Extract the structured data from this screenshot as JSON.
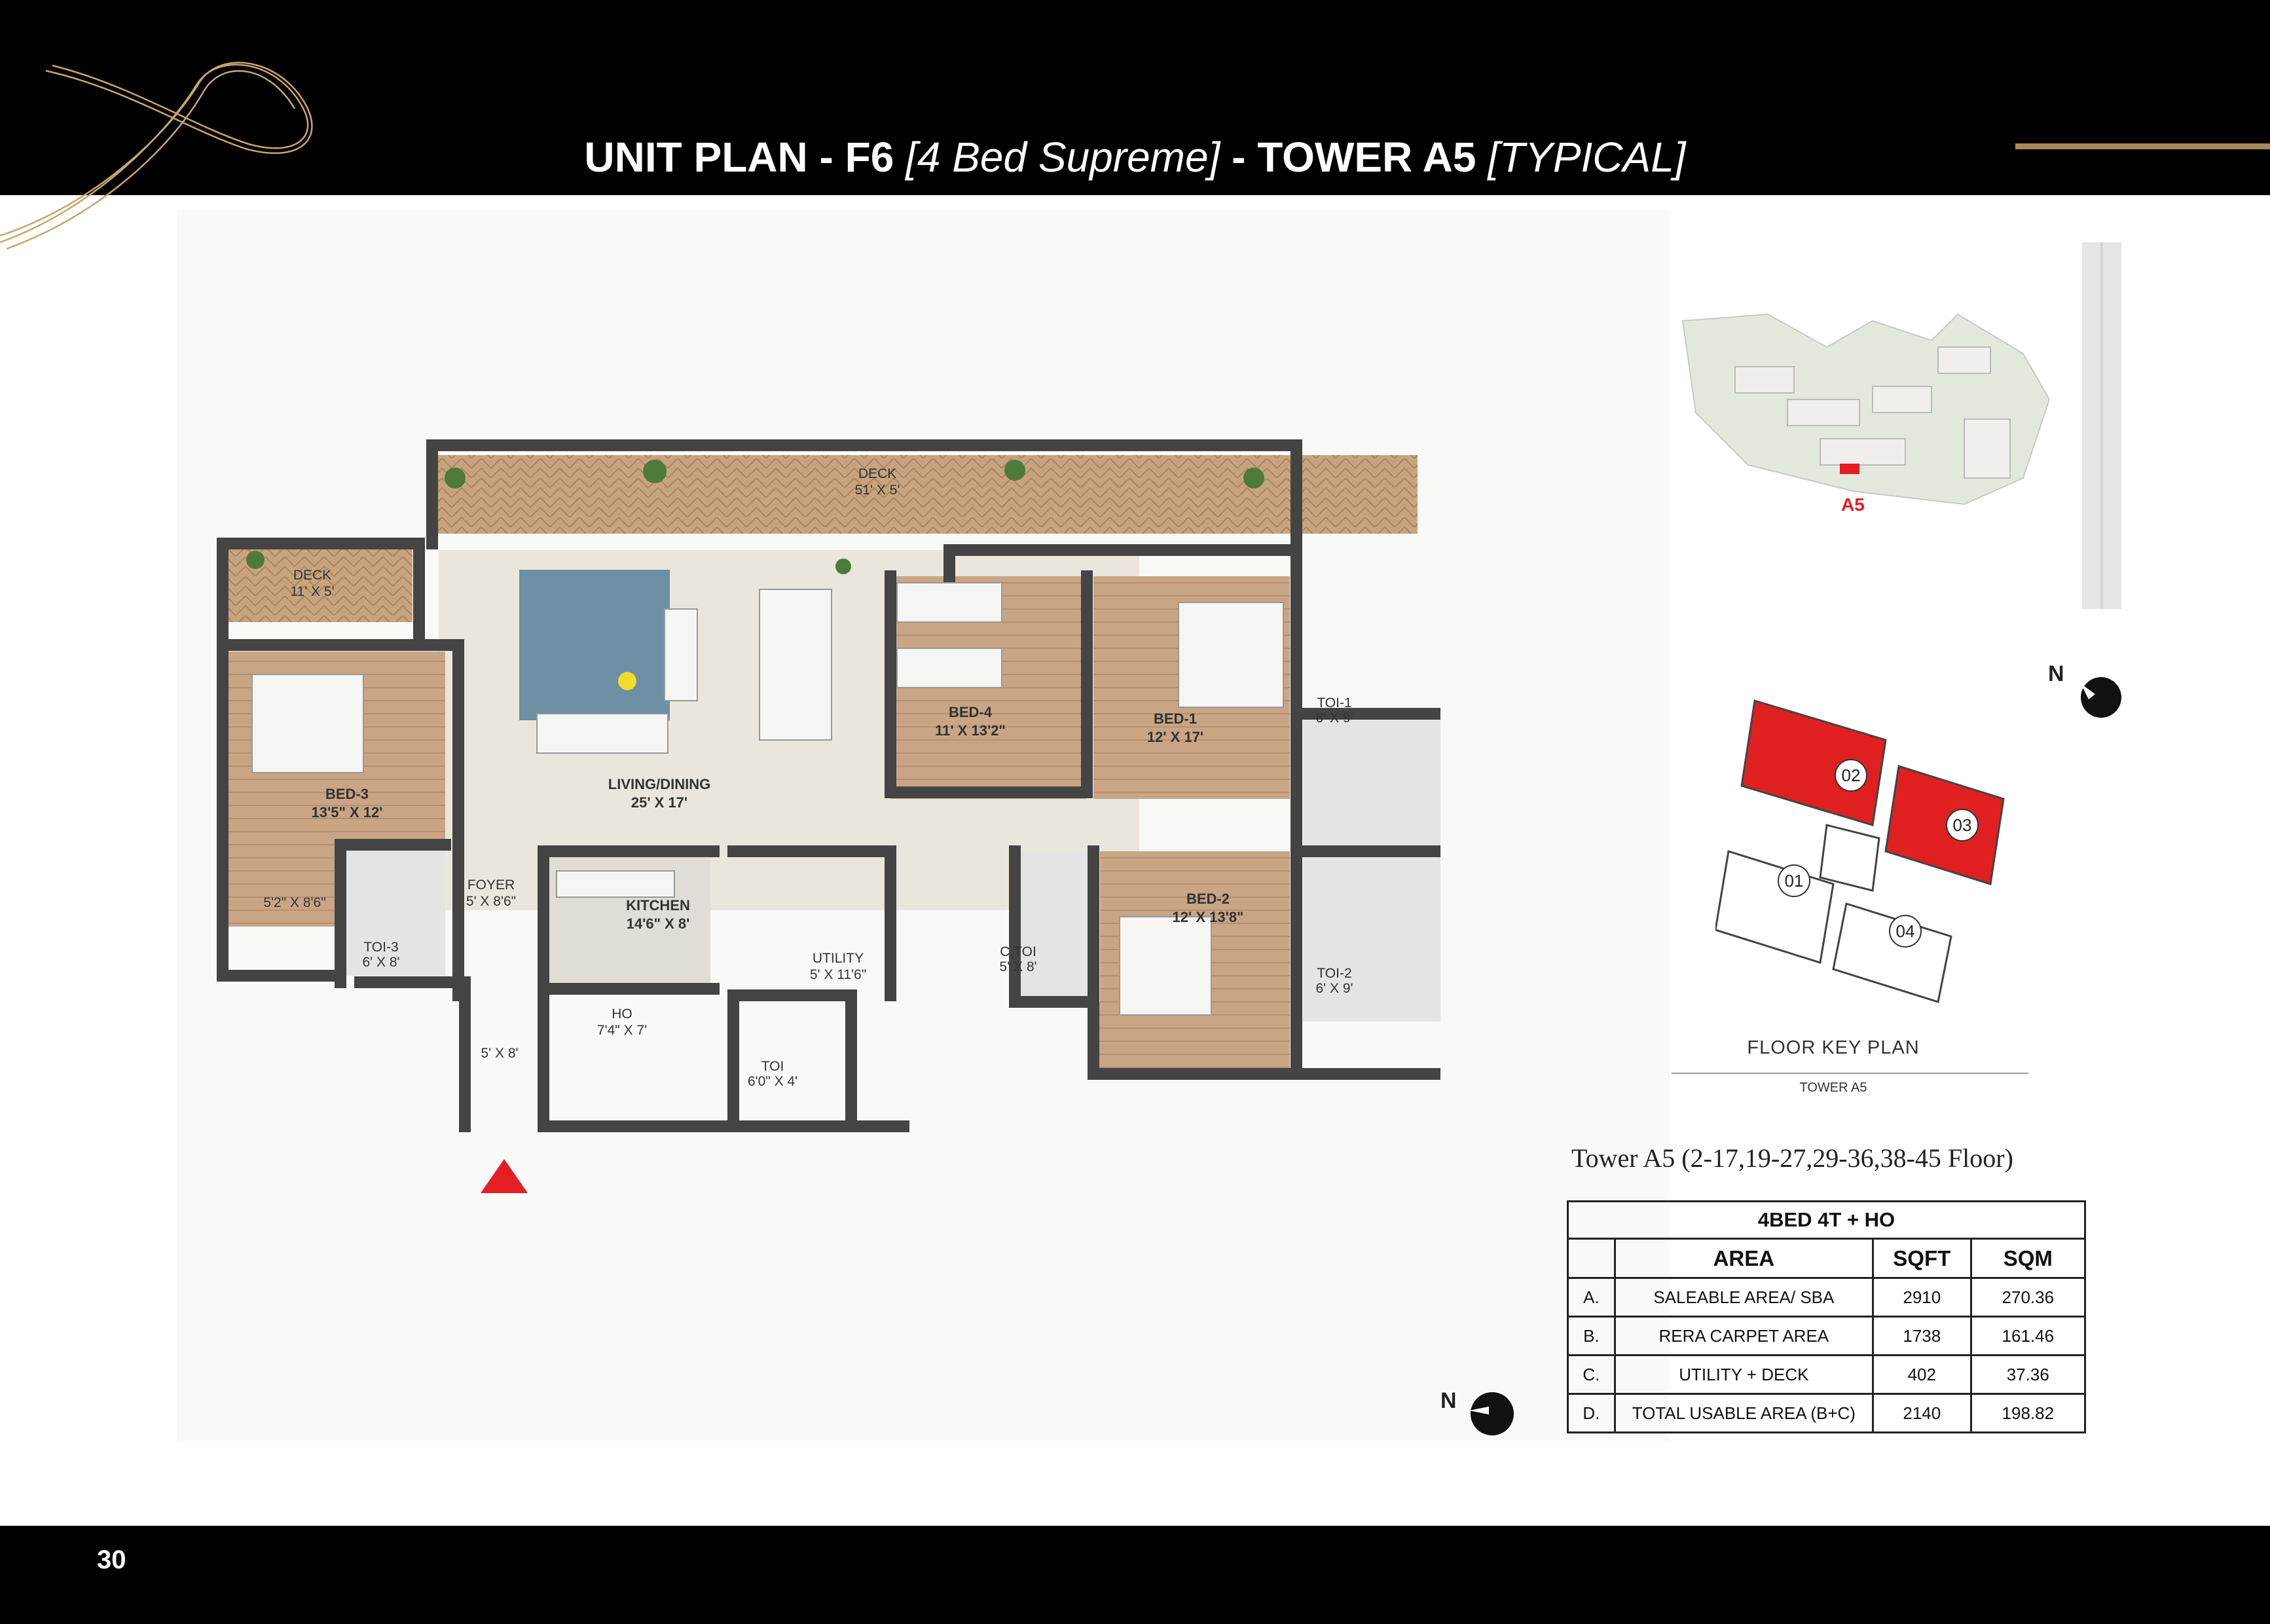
{
  "header": {
    "title_part1": "UNIT PLAN - F6 ",
    "title_part2": "[4 Bed Supreme]",
    "title_part3": " - TOWER A5 ",
    "title_part4": "[TYPICAL]"
  },
  "page_number": "30",
  "plan": {
    "rooms": {
      "deck_top": {
        "name": "DECK",
        "size": "51' X 5'"
      },
      "deck_left": {
        "name": "DECK",
        "size": "11' X 5'"
      },
      "living": {
        "name": "LIVING/DINING",
        "size": "25' X 17'"
      },
      "bed1": {
        "name": "BED-1",
        "size": "12' X 17'"
      },
      "bed2": {
        "name": "BED-2",
        "size": "12' X 13'8\""
      },
      "bed3": {
        "name": "BED-3",
        "size": "13'5\" X 12'"
      },
      "bed4": {
        "name": "BED-4",
        "size": "11' X 13'2\""
      },
      "kitchen": {
        "name": "KITCHEN",
        "size": "14'6\" X 8'"
      },
      "foyer": {
        "name": "FOYER",
        "size": "5' X 8'6\""
      },
      "utility": {
        "name": "UTILITY",
        "size": "5' X 11'6\""
      },
      "ho": {
        "name": "HO",
        "size": "7'4\" X 7'"
      },
      "toi": {
        "name": "TOI",
        "size": "6'0\" X 4'"
      },
      "toi1": {
        "name": "TOI-1",
        "size": "6' X 9'"
      },
      "toi2": {
        "name": "TOI-2",
        "size": "6' X 9'"
      },
      "toi3": {
        "name": "TOI-3",
        "size": "6' X 8'"
      },
      "ctoi": {
        "name": "C.TOI",
        "size": "5' X 8'"
      },
      "wardrobe": {
        "size": "5'2\" X 8'6\""
      },
      "entry": {
        "size": "5' X 8'"
      }
    }
  },
  "north_label": "N",
  "site_plan": {
    "tower_label": "A5"
  },
  "key_plan": {
    "title": "FLOOR KEY PLAN",
    "subtitle": "TOWER A5",
    "units": [
      "01",
      "02",
      "03",
      "04"
    ],
    "highlighted_units": [
      "02",
      "03"
    ],
    "highlight_color": "#e02020"
  },
  "floors_caption": "Tower A5 (2-17,19-27,29-36,38-45 Floor)",
  "area_table": {
    "title": "4BED 4T + HO",
    "headers": [
      "",
      "AREA",
      "SQFT",
      "SQM"
    ],
    "rows": [
      {
        "key": "A.",
        "area": "SALEABLE AREA/ SBA",
        "sqft": "2910",
        "sqm": "270.36"
      },
      {
        "key": "B.",
        "area": "RERA CARPET AREA",
        "sqft": "1738",
        "sqm": "161.46"
      },
      {
        "key": "C.",
        "area": "UTILITY + DECK",
        "sqft": "402",
        "sqm": "37.36"
      },
      {
        "key": "D.",
        "area": "TOTAL USABLE AREA (B+C)",
        "sqft": "2140",
        "sqm": "198.82"
      }
    ]
  },
  "colors": {
    "gold": "#a8875a",
    "accent_red": "#e02020"
  }
}
